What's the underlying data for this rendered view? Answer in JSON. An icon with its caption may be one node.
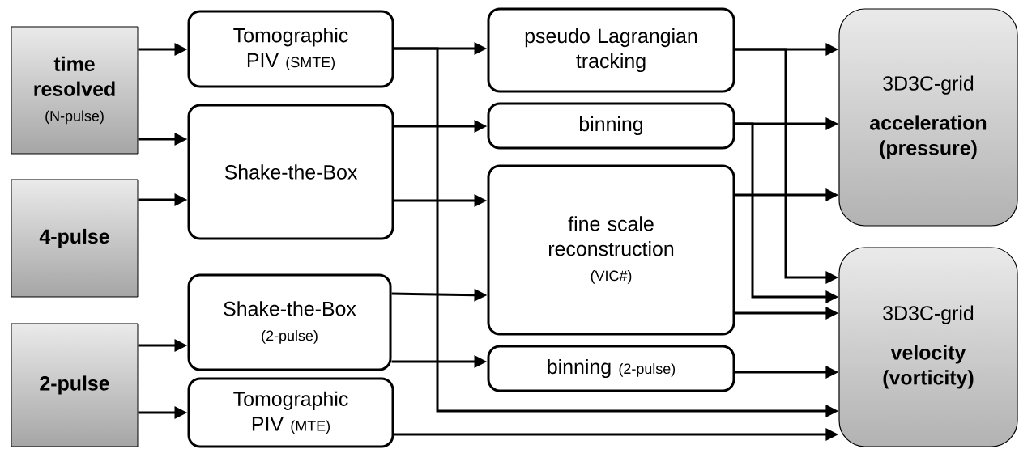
{
  "diagram": {
    "nodes": [
      {
        "text": [
          "time resolved",
          "(N-pulse)"
        ]
      },
      {
        "text": [
          "4-pulse"
        ]
      },
      {
        "text": [
          "2-pulse"
        ]
      },
      {
        "text": [
          "Tomographic PIV",
          "(SMTE)"
        ]
      },
      {
        "text": [
          "Shake-the-Box"
        ]
      },
      {
        "text": [
          "Shake-the-Box",
          "(2-pulse)"
        ]
      },
      {
        "text": [
          "Tomographic PIV",
          "(MTE)"
        ]
      },
      {
        "text": [
          "pseudo Lagrangian tracking"
        ]
      },
      {
        "text": [
          "binning"
        ]
      },
      {
        "text": [
          "fine scale reconstruction",
          "(VIC#)"
        ]
      },
      {
        "text": [
          "binning",
          "(2-pulse)"
        ]
      },
      {
        "text": [
          "3D3C-grid",
          "acceleration (pressure)"
        ]
      },
      {
        "text": [
          "3D3C-grid",
          "velocity (vorticity)"
        ]
      }
    ],
    "edges": [
      {
        "from": 0,
        "to": 3,
        "arrow": "to"
      },
      {
        "from": 0,
        "to": 4,
        "arrow": "to"
      },
      {
        "from": 1,
        "to": 4,
        "arrow": "to"
      },
      {
        "from": 2,
        "to": 5,
        "arrow": "to"
      },
      {
        "from": 2,
        "to": 6,
        "arrow": "to"
      },
      {
        "from": 3,
        "to": 7,
        "arrow": "to"
      },
      {
        "from": 3,
        "to": 12,
        "arrow": "to"
      },
      {
        "from": 4,
        "to": 8,
        "arrow": "to"
      },
      {
        "from": 4,
        "to": 9,
        "arrow": "to"
      },
      {
        "from": 5,
        "to": 9,
        "arrow": "to"
      },
      {
        "from": 5,
        "to": 10,
        "arrow": "to"
      },
      {
        "from": 6,
        "to": 12,
        "arrow": "to"
      },
      {
        "from": 7,
        "to": 11,
        "arrow": "to"
      },
      {
        "from": 7,
        "to": 12,
        "arrow": "to"
      },
      {
        "from": 8,
        "to": 11,
        "arrow": "to"
      },
      {
        "from": 8,
        "to": 12,
        "arrow": "to"
      },
      {
        "from": 9,
        "to": 11,
        "arrow": "to"
      },
      {
        "from": 9,
        "to": 12,
        "arrow": "to"
      },
      {
        "from": 10,
        "to": 12,
        "arrow": "to"
      }
    ]
  }
}
